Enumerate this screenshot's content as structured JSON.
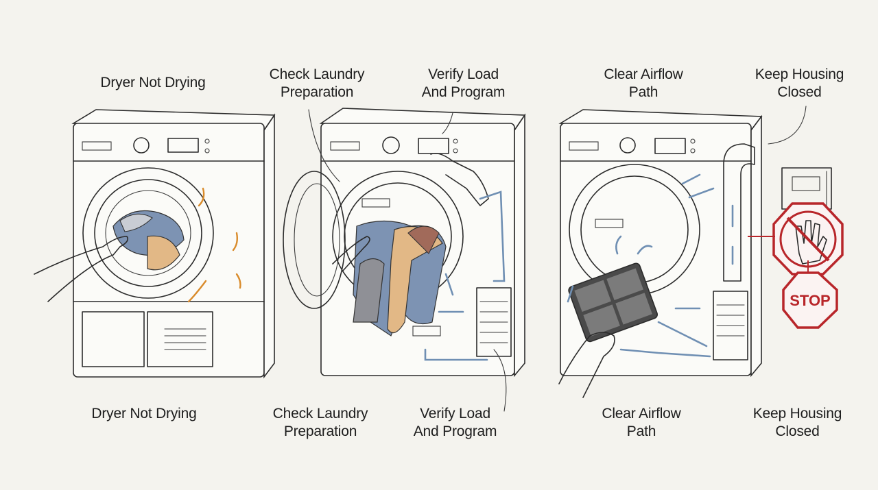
{
  "top_labels": {
    "dryer_not_drying": "Dryer Not Drying",
    "check_laundry": [
      "Check Laundry",
      "Preparation"
    ],
    "verify_load": [
      "Verify Load",
      "And Program"
    ],
    "clear_airflow": [
      "Clear Airflow",
      "Path"
    ],
    "keep_housing": [
      "Keep Housing",
      "Closed"
    ]
  },
  "bottom_labels": {
    "dryer_not_drying": "Dryer Not Drying",
    "check_laundry": [
      "Check Laundry",
      "Preparation"
    ],
    "verify_load": [
      "Verify Load",
      "And Program"
    ],
    "clear_airflow": [
      "Clear Airflow",
      "Path"
    ],
    "keep_housing": [
      "Keep Housing",
      "Closed"
    ]
  },
  "stop_sign": "STOP",
  "colors": {
    "background": "#f4f3ee",
    "heat_orange": "#f0b865",
    "airflow_blue": "#b9c8d8",
    "stop_red": "#b8262a"
  }
}
